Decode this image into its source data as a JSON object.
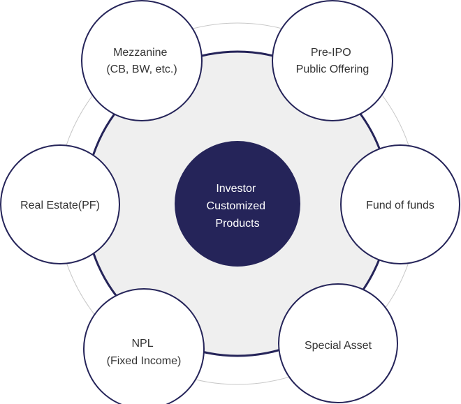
{
  "center": {
    "lines": [
      "Investor",
      "Customized",
      "Products"
    ]
  },
  "nodes": [
    {
      "id": "mezzanine",
      "lines": [
        "Mezzanine",
        "(CB, BW, etc.)"
      ]
    },
    {
      "id": "pre-ipo",
      "lines": [
        "Pre-IPO",
        "Public Offering"
      ]
    },
    {
      "id": "fund-of-funds",
      "lines": [
        "Fund of funds"
      ]
    },
    {
      "id": "special-asset",
      "lines": [
        "Special Asset"
      ]
    },
    {
      "id": "npl",
      "lines": [
        "NPL",
        "(Fixed Income)"
      ]
    },
    {
      "id": "real-estate",
      "lines": [
        "Real Estate(PF)"
      ]
    }
  ],
  "colors": {
    "navy": "#252459",
    "inner_fill": "#efefef",
    "outer_ring": "#c8c8c8",
    "node_text": "#333333",
    "center_text": "#ffffff"
  }
}
